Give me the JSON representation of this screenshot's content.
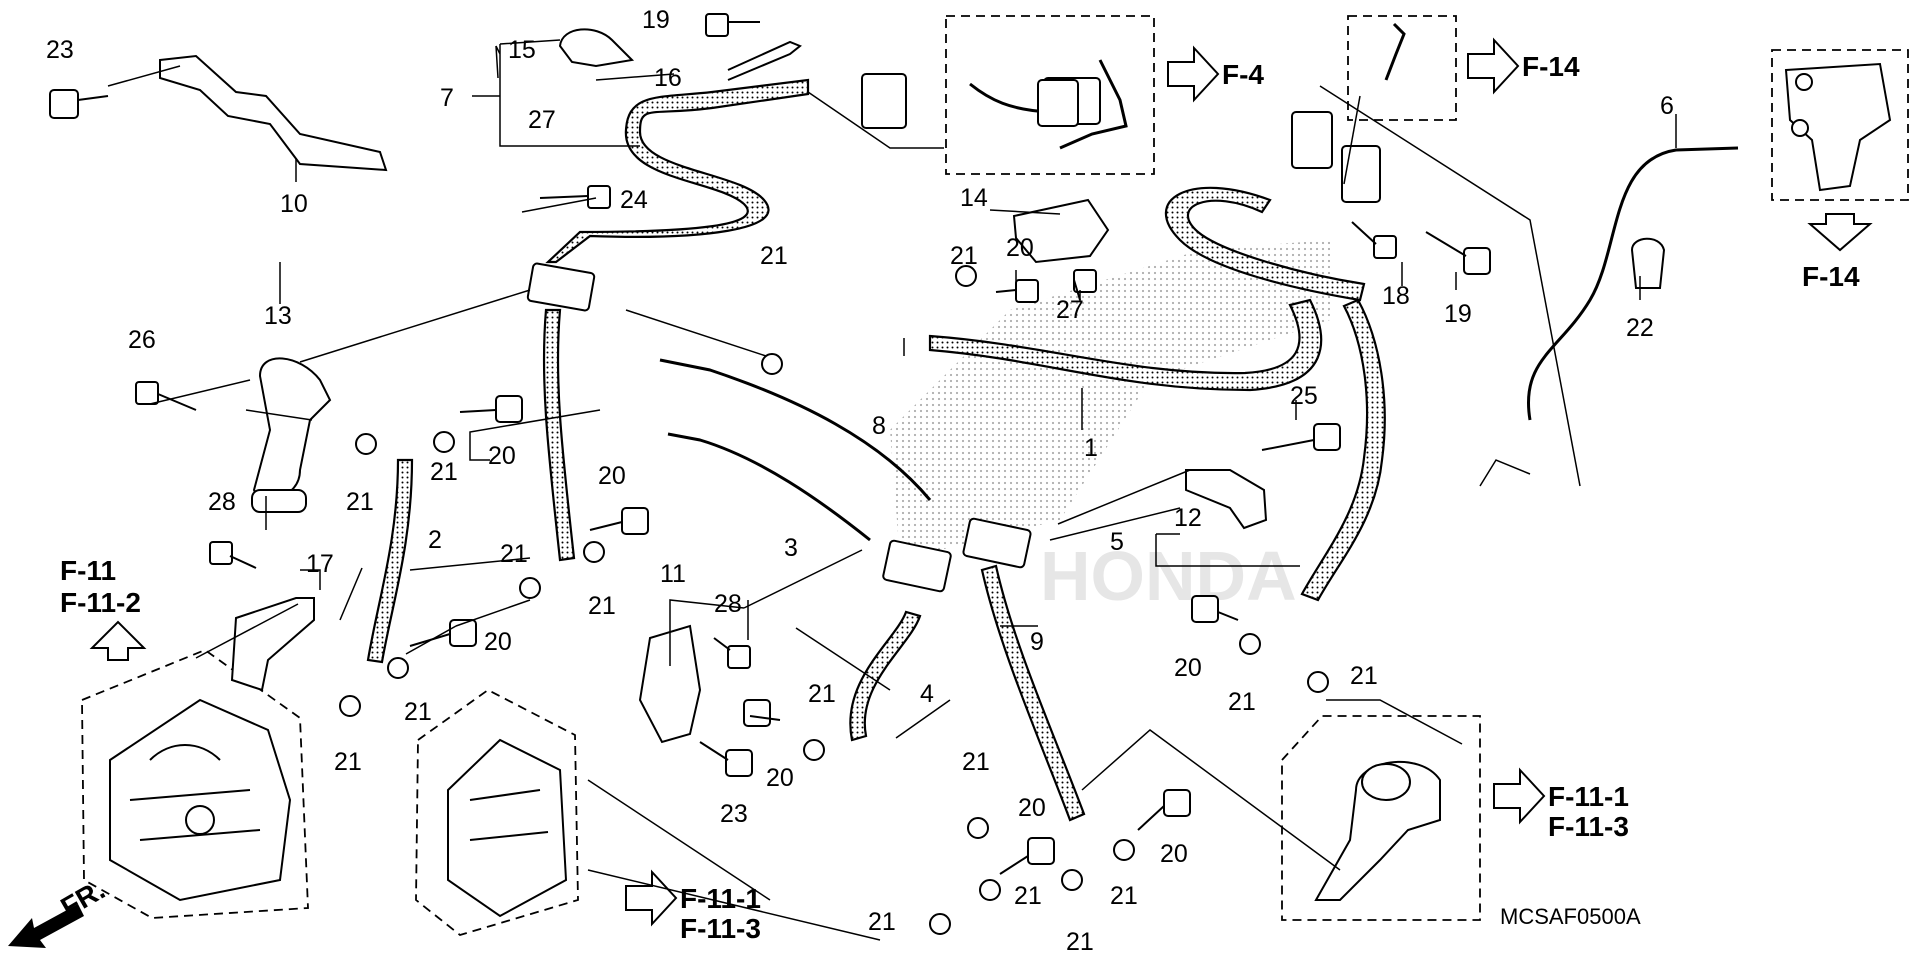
{
  "labels": {
    "n1": "1",
    "n2": "2",
    "n3": "3",
    "n4": "4",
    "n5": "5",
    "n6": "6",
    "n7": "7",
    "n8": "8",
    "n9": "9",
    "n10": "10",
    "n11": "11",
    "n12": "12",
    "n13": "13",
    "n14": "14",
    "n15": "15",
    "n16": "16",
    "n17": "17",
    "n18": "18",
    "n19": "19",
    "n20": "20",
    "n21": "21",
    "n22": "22",
    "n23": "23",
    "n24": "24",
    "n25": "25",
    "n26": "26",
    "n27": "27",
    "n28": "28"
  },
  "refs": {
    "f4": "F-4",
    "f14": "F-14",
    "f11": "F-11",
    "f11_1": "F-11-1",
    "f11_2": "F-11-2",
    "f11_3": "F-11-3"
  },
  "front_marker": "FR.",
  "diagram_code": "MCSAF0500A"
}
